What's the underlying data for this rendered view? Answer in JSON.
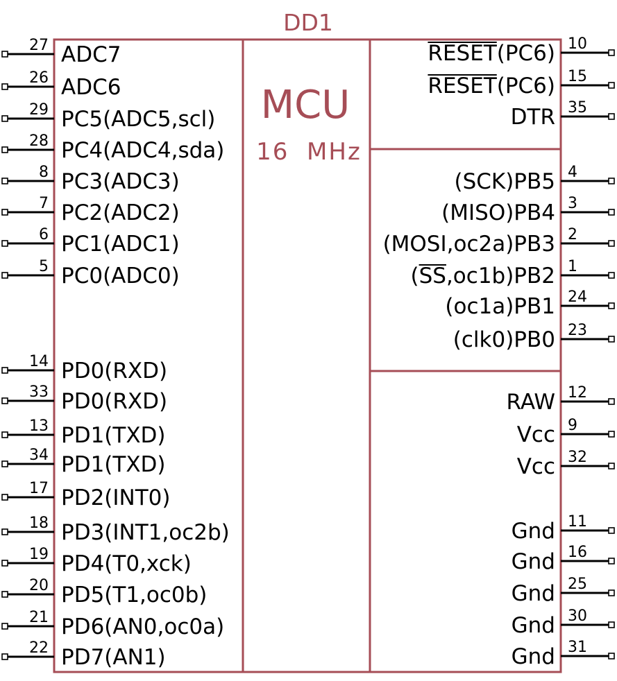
{
  "component": {
    "reference": "DD1",
    "value": "MCU",
    "frequency": "16  MHz",
    "colors": {
      "body": "#a64d56",
      "pins": "#000000",
      "background": "#ffffff"
    }
  },
  "left_pins": [
    {
      "number": "27",
      "label": "ADC7"
    },
    {
      "number": "26",
      "label": "ADC6"
    },
    {
      "number": "29",
      "label": "PC5(ADC5,scl)"
    },
    {
      "number": "28",
      "label": "PC4(ADC4,sda)"
    },
    {
      "number": "8",
      "label": "PC3(ADC3)"
    },
    {
      "number": "7",
      "label": "PC2(ADC2)"
    },
    {
      "number": "6",
      "label": "PC1(ADC1)"
    },
    {
      "number": "5",
      "label": "PC0(ADC0)"
    },
    {
      "number": "14",
      "label": "PD0(RXD)"
    },
    {
      "number": "33",
      "label": "PD0(RXD)"
    },
    {
      "number": "13",
      "label": "PD1(TXD)"
    },
    {
      "number": "34",
      "label": "PD1(TXD)"
    },
    {
      "number": "17",
      "label": "PD2(INT0)"
    },
    {
      "number": "18",
      "label": "PD3(INT1,oc2b)"
    },
    {
      "number": "19",
      "label": "PD4(T0,xck)"
    },
    {
      "number": "20",
      "label": "PD5(T1,oc0b)"
    },
    {
      "number": "21",
      "label": "PD6(AN0,oc0a)"
    },
    {
      "number": "22",
      "label": "PD7(AN1)"
    }
  ],
  "right_pins": [
    {
      "number": "10",
      "label": "RESET(PC6)",
      "overline": "RESET"
    },
    {
      "number": "15",
      "label": "RESET(PC6)",
      "overline": "RESET"
    },
    {
      "number": "35",
      "label": "DTR"
    },
    {
      "number": "4",
      "label": "(SCK)PB5"
    },
    {
      "number": "3",
      "label": "(MISO)PB4"
    },
    {
      "number": "2",
      "label": "(MOSI,oc2a)PB3"
    },
    {
      "number": "1",
      "label": "(SS,oc1b)PB2",
      "overline": "SS"
    },
    {
      "number": "24",
      "label": "(oc1a)PB1"
    },
    {
      "number": "23",
      "label": "(clk0)PB0"
    },
    {
      "number": "12",
      "label": "RAW"
    },
    {
      "number": "9",
      "label": "Vcc"
    },
    {
      "number": "32",
      "label": "Vcc"
    },
    {
      "number": "11",
      "label": "Gnd"
    },
    {
      "number": "16",
      "label": "Gnd"
    },
    {
      "number": "25",
      "label": "Gnd"
    },
    {
      "number": "30",
      "label": "Gnd"
    },
    {
      "number": "31",
      "label": "Gnd"
    }
  ]
}
